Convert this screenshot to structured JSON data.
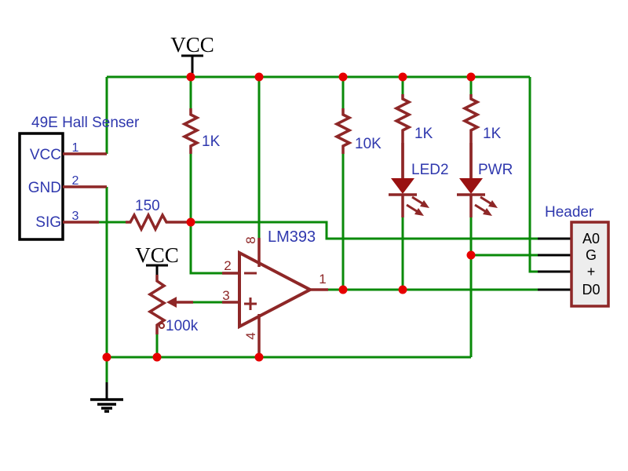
{
  "colors": {
    "wire": "#0a8a0a",
    "component": "#8e2727",
    "led_fill": "#991111",
    "junction": "#e60000",
    "label": "#2f38ae",
    "ink": "#000000",
    "header_fill": "#ededed",
    "background": "#ffffff"
  },
  "power": {
    "vcc_main": "VCC",
    "vcc_pot": "VCC"
  },
  "hall_sensor": {
    "title": "49E Hall Senser",
    "pins": [
      {
        "num": "1",
        "name": "VCC"
      },
      {
        "num": "2",
        "name": "GND"
      },
      {
        "num": "3",
        "name": "SIG"
      }
    ]
  },
  "resistors": {
    "r_sig": {
      "value": "150"
    },
    "r_pullup_left": {
      "value": "1K"
    },
    "r_out_pullup": {
      "value": "10K"
    },
    "r_led2": {
      "value": "1K"
    },
    "r_pwr": {
      "value": "1K"
    }
  },
  "potentiometer": {
    "value": "100k"
  },
  "comparator": {
    "name": "LM393",
    "pins": {
      "inverting": "2",
      "noninverting": "3",
      "power": "8",
      "ground": "4",
      "output": "1"
    }
  },
  "leds": {
    "led2": {
      "label": "LED2"
    },
    "pwr": {
      "label": "PWR"
    }
  },
  "header": {
    "title": "Header",
    "pins": [
      "A0",
      "G",
      "+",
      "D0"
    ]
  }
}
